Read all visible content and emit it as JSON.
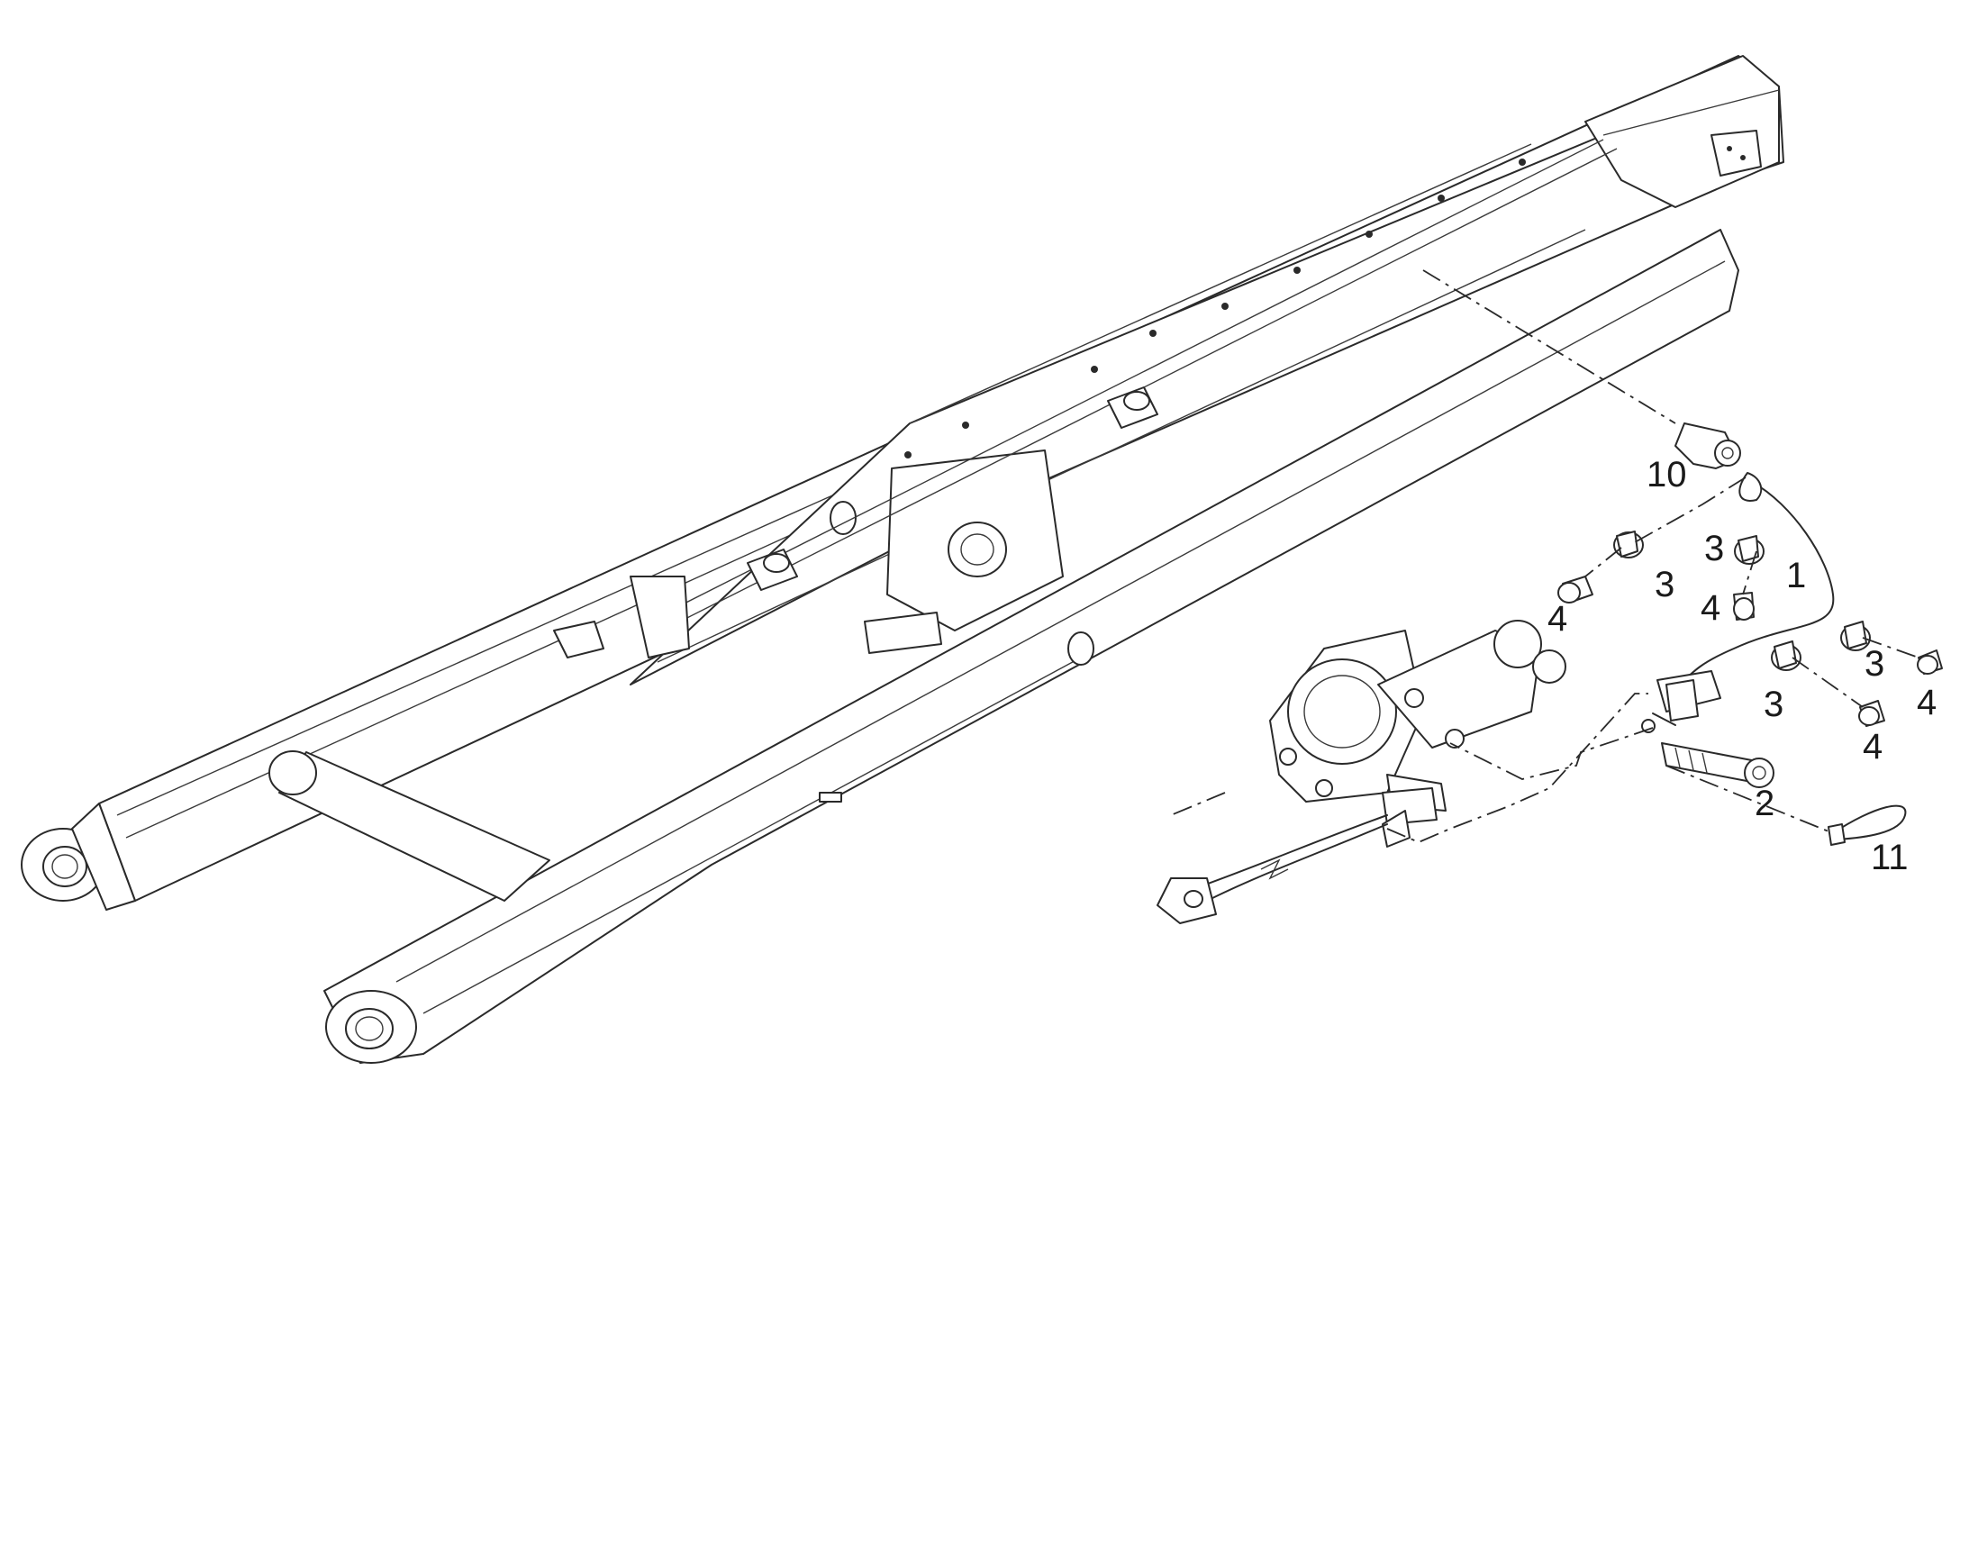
{
  "diagram": {
    "callouts": [
      {
        "id": "c10",
        "text": "10"
      },
      {
        "id": "c1",
        "text": "1"
      },
      {
        "id": "c3a",
        "text": "3"
      },
      {
        "id": "c3b",
        "text": "3"
      },
      {
        "id": "c4a",
        "text": "4"
      },
      {
        "id": "c4b",
        "text": "4"
      },
      {
        "id": "c3c",
        "text": "3"
      },
      {
        "id": "c4c",
        "text": "4"
      },
      {
        "id": "c3d",
        "text": "3"
      },
      {
        "id": "c4d",
        "text": "4"
      },
      {
        "id": "c2",
        "text": "2"
      },
      {
        "id": "c11",
        "text": "11"
      }
    ]
  }
}
